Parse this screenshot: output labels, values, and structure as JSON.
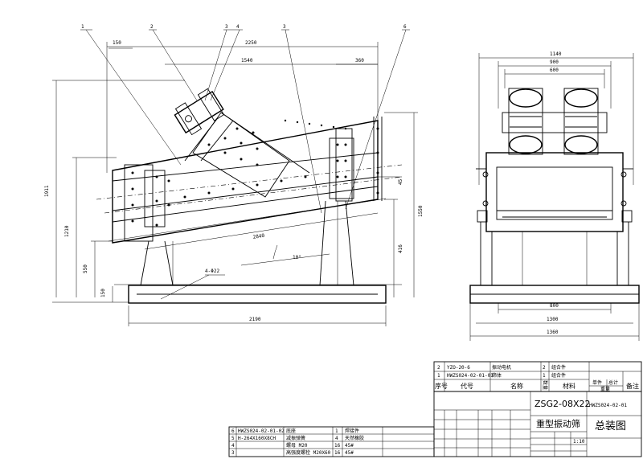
{
  "front_view": {
    "callouts": [
      "1",
      "2",
      "3",
      "4",
      "3",
      "6"
    ],
    "dims": {
      "top_total": "2250",
      "top_left": "150",
      "top_mid": "1540",
      "top_right": "360",
      "left_height": "1911",
      "left_mid": "1210",
      "left_low": "550",
      "left_base": "150",
      "right_height": "1550",
      "right_mid": "416",
      "right_small": "45",
      "screen_len": "2840",
      "angle": "10°",
      "holes": "4-Φ22",
      "bottom": "2190"
    }
  },
  "side_view": {
    "dims": {
      "top_total": "1140",
      "top_inner": "900",
      "top_motor": "600",
      "bot_inner": "800",
      "bot_outer": "1300",
      "bot_total": "1360"
    }
  },
  "title_block": {
    "upper_rows": [
      {
        "no": "2",
        "code": "YZO-20-6",
        "name": "振动电机",
        "qty": "2",
        "mat": "组合件"
      },
      {
        "no": "1",
        "code": "HWZS024-02-01-01",
        "name": "筛体",
        "qty": "1",
        "mat": "组合件"
      }
    ],
    "header": {
      "no": "序号",
      "code": "代号",
      "name": "名称",
      "qty": "数量",
      "mat": "材料",
      "weight_single": "单件",
      "weight_total": "总计",
      "weight": "重量",
      "note": "备注"
    },
    "model": "ZSG2-08X22",
    "drawing_no": "HWZS024-02-01",
    "product_name": "重型振动筛",
    "sheet_name": "总装图",
    "scale": "1:10",
    "lower_rows": [
      {
        "no": "6",
        "code": "HWZS024-02-01-02",
        "name": "底座",
        "qty": "1",
        "mat": "焊接件"
      },
      {
        "no": "5",
        "code": "H-264X160X8CH",
        "name": "减振弹簧",
        "qty": "4",
        "mat": "天然橡胶"
      },
      {
        "no": "4",
        "code": "",
        "name": "螺母 M20",
        "qty": "16",
        "mat": "45#"
      },
      {
        "no": "3",
        "code": "",
        "name": "高强度螺栓 M20X60",
        "qty": "16",
        "mat": "45#"
      }
    ]
  }
}
